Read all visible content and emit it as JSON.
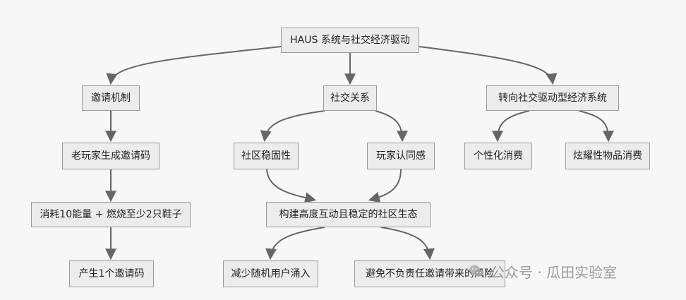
{
  "diagram": {
    "nodes": {
      "root": "HAUS 系统与社交经济驱动",
      "invite_mechanism": "邀请机制",
      "social_relations": "社交关系",
      "economy_shift": "转向社交驱动型经济系统",
      "old_player_code": "老玩家生成邀请码",
      "consume_energy": "消耗10能量 + 燃烧至少2只鞋子",
      "produce_code": "产生1个邀请码",
      "community_stability": "社区稳固性",
      "player_identity": "玩家认同感",
      "build_ecology": "构建高度互动且稳定的社区生态",
      "reduce_random": "减少随机用户涌入",
      "avoid_risk": "避免不负责任邀请带来的风险",
      "personal_consume": "个性化消费",
      "flaunt_consume": "炫耀性物品消费"
    },
    "colors": {
      "node_fill": "#ececec",
      "node_border": "#9a9a9a",
      "edge": "#666666",
      "background": "#f7f7f7"
    }
  },
  "watermark": {
    "icon": "wechat-icon",
    "text": "公众号 · 瓜田实验室"
  }
}
